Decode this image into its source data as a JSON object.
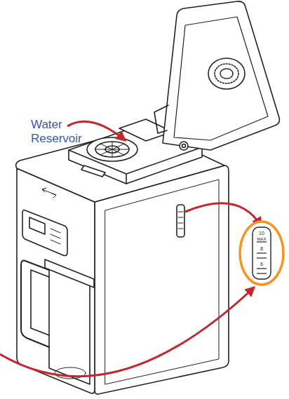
{
  "diagram": {
    "nodes": [
      {
        "text": [
          "10",
          "MAX",
          "8",
          "6"
        ]
      }
    ],
    "labels": [
      "Water Reservoir"
    ]
  }
}
